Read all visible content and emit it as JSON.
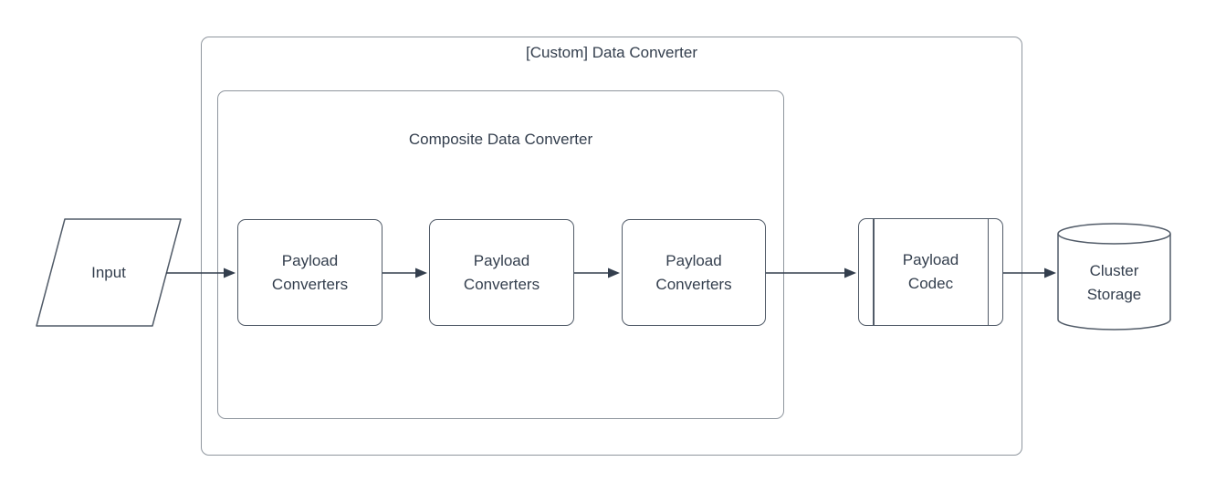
{
  "diagram": {
    "outer_container": {
      "label": "[Custom] Data Converter"
    },
    "inner_container": {
      "label": "Composite Data Converter"
    },
    "nodes": {
      "input": {
        "label": "Input",
        "shape": "parallelogram"
      },
      "payload_converters": [
        {
          "label": "Payload Converters"
        },
        {
          "label": "Payload Converters"
        },
        {
          "label": "Payload Converters"
        }
      ],
      "payload_codec": {
        "label": "Payload Codec",
        "shape": "predefined-process"
      },
      "cluster_storage": {
        "label": "Cluster Storage",
        "shape": "cylinder"
      }
    },
    "connections": [
      {
        "from": "Input",
        "to": "Payload Converters (1)"
      },
      {
        "from": "Payload Converters (1)",
        "to": "Payload Converters (2)"
      },
      {
        "from": "Payload Converters (2)",
        "to": "Payload Converters (3)"
      },
      {
        "from": "Payload Converters (3)",
        "to": "Payload Codec"
      },
      {
        "from": "Payload Codec",
        "to": "Cluster Storage"
      }
    ],
    "colors": {
      "background": "#ffffff",
      "text": "#333e4d",
      "shape_stroke": "#515b68",
      "container_stroke": "#8f969e",
      "arrow": "#333e4d"
    }
  }
}
